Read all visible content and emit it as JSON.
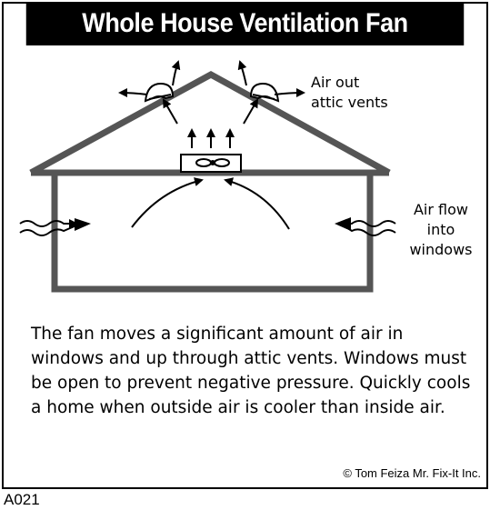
{
  "title": "Whole House Ventilation Fan",
  "labels": {
    "attic": [
      "Air out",
      "attic vents"
    ],
    "flow": [
      "Air flow",
      "into",
      "windows"
    ]
  },
  "description": "The fan moves a significant amount of air in windows and up through attic vents.  Windows must be open to prevent negative pressure. Quickly cools a home when outside air is cooler than inside air.",
  "copyright": "© Tom Feiza Mr. Fix-It Inc.",
  "code": "A021"
}
